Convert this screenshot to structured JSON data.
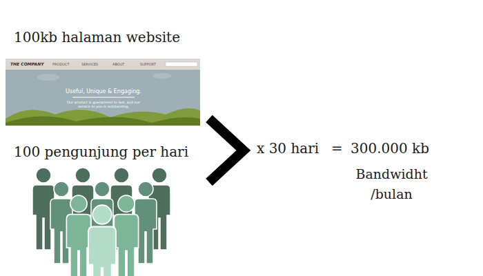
{
  "diagram": {
    "labels": [
      "100kb halaman website",
      "THE COMPANY",
      "PRODUCT",
      "SERVICES",
      "ABOUT",
      "SUPPORT",
      "Useful, Unique & Engaging.",
      "Our product is guaranteed to last, and our service to you is outstanding.",
      "100 pengunjung per hari",
      "x 30 hari",
      "=",
      "300.000 kb",
      "Bandwidht /bulan"
    ]
  }
}
